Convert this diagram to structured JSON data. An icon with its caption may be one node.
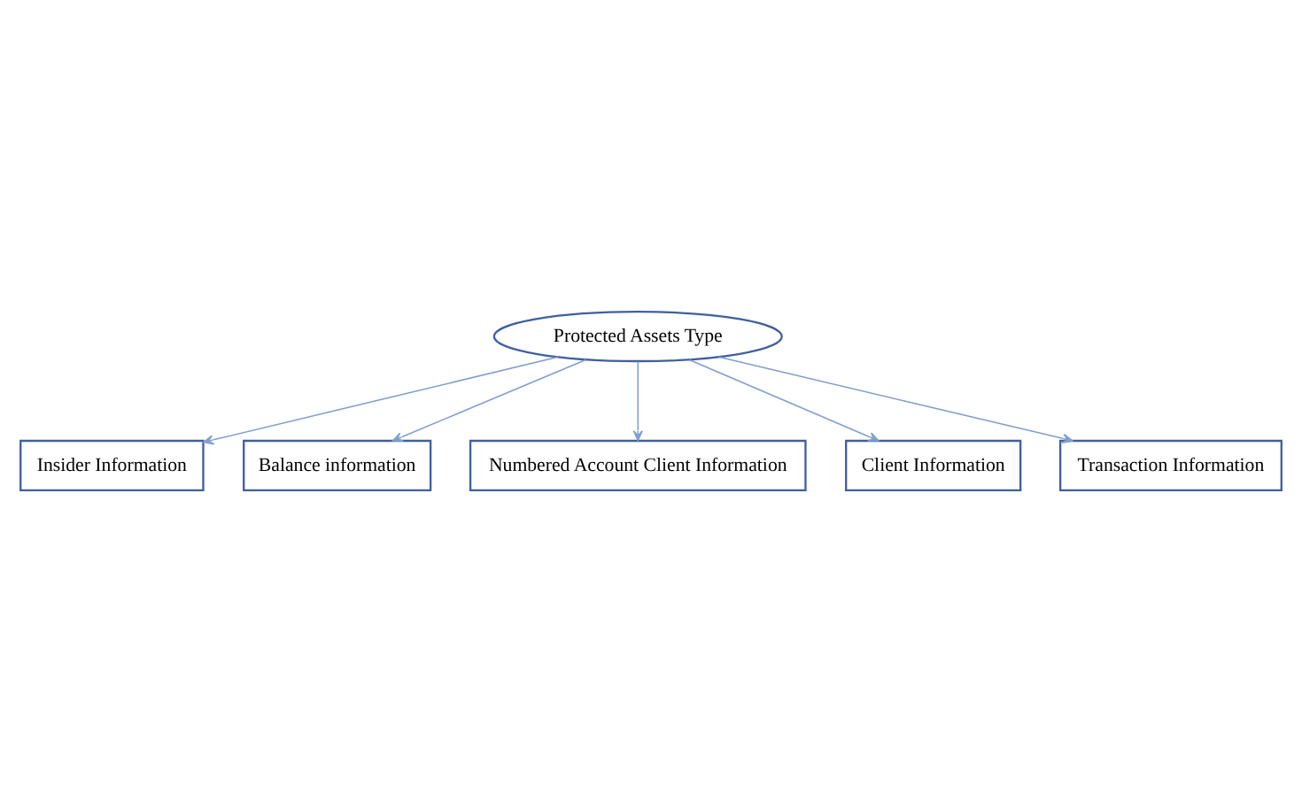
{
  "diagram": {
    "nodes": [
      {
        "text": [
          "Protected Assets Type"
        ]
      },
      {
        "text": [
          "Insider Information"
        ]
      },
      {
        "text": [
          "Balance information"
        ]
      },
      {
        "text": [
          "Numbered Account Client Information"
        ]
      },
      {
        "text": [
          "Client Information"
        ]
      },
      {
        "text": [
          "Transaction Information"
        ]
      }
    ],
    "edges": [
      {
        "from": 0,
        "to": 2,
        "arrow": "to"
      },
      {
        "from": 0,
        "to": 1,
        "arrow": "to"
      },
      {
        "from": 0,
        "to": 4,
        "arrow": "to"
      },
      {
        "from": 0,
        "to": 3,
        "arrow": "to"
      },
      {
        "from": 0,
        "to": 5,
        "arrow": "to"
      }
    ]
  }
}
